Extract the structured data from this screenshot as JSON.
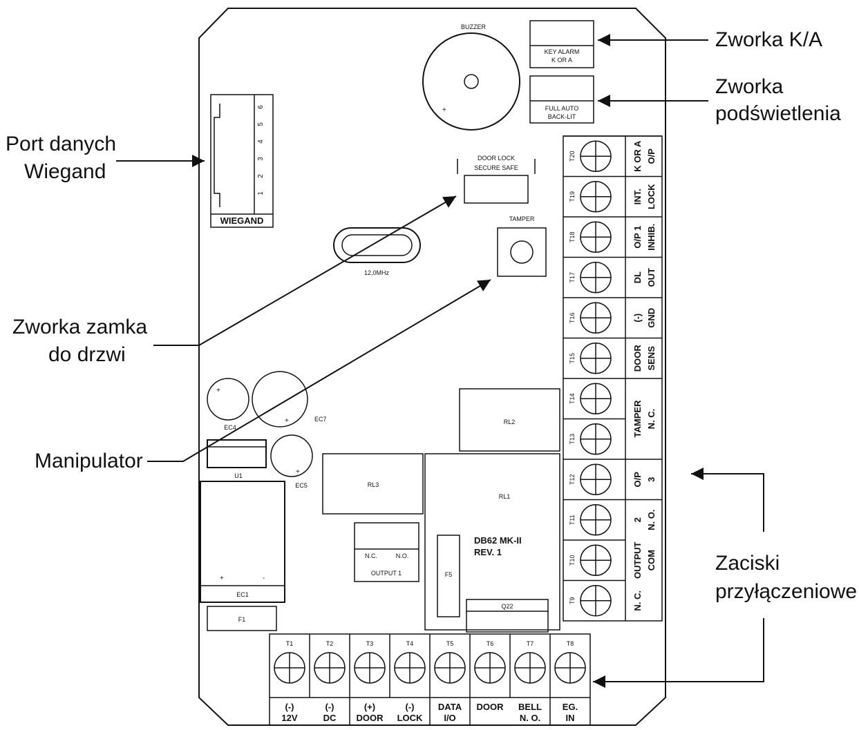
{
  "callouts": {
    "jumper_ka": "Zworka K/A",
    "jumper_backlight_1": "Zworka",
    "jumper_backlight_2": "podświetlenia",
    "wiegand_port_1": "Port danych",
    "wiegand_port_2": "Wiegand",
    "door_lock_jumper_1": "Zworka zamka",
    "door_lock_jumper_2": "do drzwi",
    "tamper": "Manipulator",
    "terminals_1": "Zaciski",
    "terminals_2": "przyłączeniowe"
  },
  "board": {
    "buzzer": "BUZZER",
    "key_alarm_1": "KEY ALARM",
    "key_alarm_2": "K OR A",
    "full_auto_1": "FULL AUTO",
    "full_auto_2": "BACK-LIT",
    "wiegand": "WIEGAND",
    "wiegand_pins": [
      "1",
      "2",
      "3",
      "4",
      "5",
      "6"
    ],
    "door_lock_1": "DOOR LOCK",
    "door_lock_2": "SECURE SAFE",
    "tamper": "TAMPER",
    "crystal": "12,0MHz",
    "ec4": "EC4",
    "ec7": "EC7",
    "ec5": "EC5",
    "u1": "U1",
    "ec1": "EC1",
    "f1": "F1",
    "rl2": "RL2",
    "rl3": "RL3",
    "rl1": "RL1",
    "model_1": "DB62 MK-II",
    "model_2": "REV. 1",
    "f5": "F5",
    "q22": "Q22",
    "output1_nc": "N.C.",
    "output1_no": "N.O.",
    "output1": "OUTPUT 1",
    "plus": "+",
    "minus": "-"
  },
  "right_terminals": [
    {
      "id": "T20",
      "label1": "K OR A",
      "label2": "O/P"
    },
    {
      "id": "T19",
      "label1": "INT.",
      "label2": "LOCK"
    },
    {
      "id": "T18",
      "label1": "O/P 1",
      "label2": "INHIB."
    },
    {
      "id": "T17",
      "label1": "DL",
      "label2": "OUT"
    },
    {
      "id": "T16",
      "label1": "(-)",
      "label2": "GND"
    },
    {
      "id": "T15",
      "label1": "DOOR",
      "label2": "SENS"
    },
    {
      "id": "T14",
      "label1": "TAMPER",
      "label2": "N. C."
    },
    {
      "id": "T13",
      "label1": "",
      "label2": ""
    },
    {
      "id": "T12",
      "label1": "O/P",
      "label2": "3"
    },
    {
      "id": "T11",
      "label1": "2",
      "label2": "N. O."
    },
    {
      "id": "T10",
      "label1": "OUTPUT",
      "label2": "COM"
    },
    {
      "id": "T9",
      "label1": "N. C.",
      "label2": ""
    }
  ],
  "bottom_terminals": [
    {
      "id": "T1",
      "label1": "(-)",
      "label2": "12V"
    },
    {
      "id": "T2",
      "label1": "(-)",
      "label2": "DC"
    },
    {
      "id": "T3",
      "label1": "(+)",
      "label2": "DOOR"
    },
    {
      "id": "T4",
      "label1": "(-)",
      "label2": "LOCK"
    },
    {
      "id": "T5",
      "label1": "DATA",
      "label2": "I/O"
    },
    {
      "id": "T6",
      "label1": "DOOR",
      "label2": ""
    },
    {
      "id": "T7",
      "label1": "BELL",
      "label2": "N. O."
    },
    {
      "id": "T8",
      "label1": "EG.",
      "label2": "IN"
    }
  ]
}
